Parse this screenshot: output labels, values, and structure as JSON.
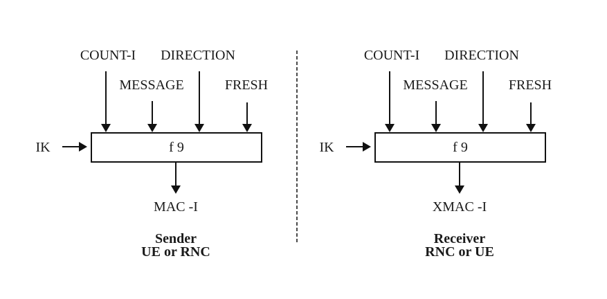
{
  "colors": {
    "background": "#ffffff",
    "ink": "#1a1a1a",
    "line": "#111111",
    "divider": "#4a4a4a"
  },
  "diagrams": [
    {
      "name": "sender",
      "inputs": {
        "count": "COUNT-I",
        "direction": "DIRECTION",
        "message": "MESSAGE",
        "fresh": "FRESH"
      },
      "key_label": "IK",
      "function_label": "f 9",
      "output_label": "MAC -I",
      "caption": {
        "role": "Sender",
        "entity": "UE or RNC"
      }
    },
    {
      "name": "receiver",
      "inputs": {
        "count": "COUNT-I",
        "direction": "DIRECTION",
        "message": "MESSAGE",
        "fresh": "FRESH"
      },
      "key_label": "IK",
      "function_label": "f 9",
      "output_label": "XMAC -I",
      "caption": {
        "role": "Receiver",
        "entity": "RNC or UE"
      }
    }
  ]
}
